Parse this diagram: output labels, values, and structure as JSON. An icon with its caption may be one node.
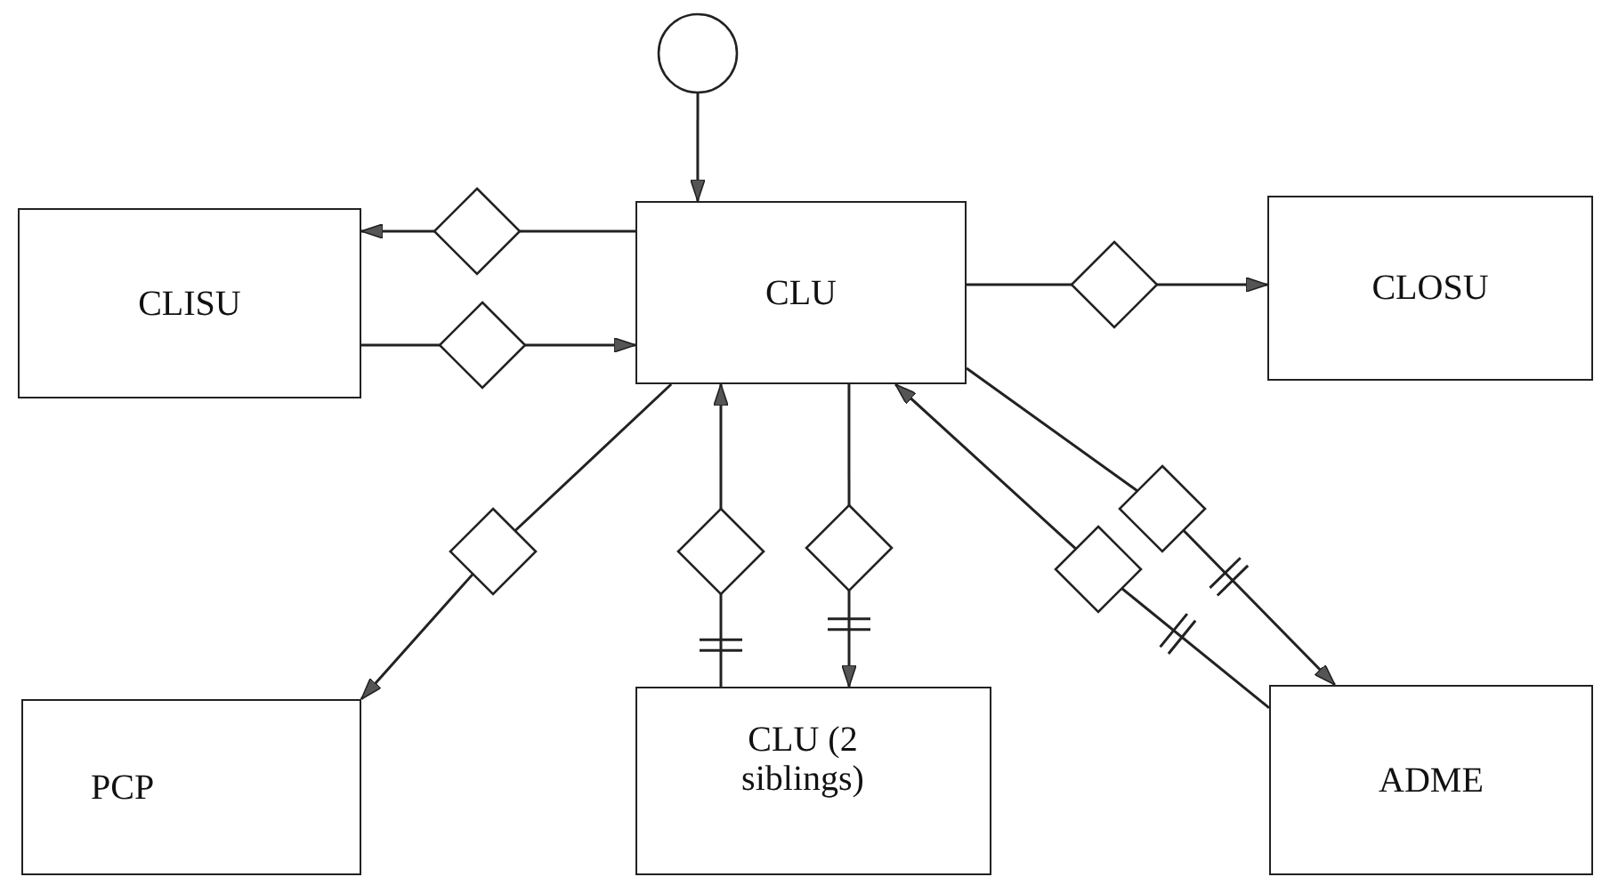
{
  "diagram": {
    "nodes": [
      {
        "text": [],
        "shape": "circle"
      },
      {
        "text": [
          "CLISU"
        ]
      },
      {
        "text": [
          "CLU"
        ]
      },
      {
        "text": [
          "CLOSU"
        ]
      },
      {
        "text": [
          "PCP"
        ]
      },
      {
        "text": [
          "CLU (2 siblings)"
        ]
      },
      {
        "text": [
          "ADME"
        ]
      },
      {
        "text": [],
        "shape": "diamond"
      },
      {
        "text": [],
        "shape": "diamond"
      },
      {
        "text": [],
        "shape": "diamond"
      },
      {
        "text": [],
        "shape": "diamond"
      },
      {
        "text": [],
        "shape": "diamond"
      },
      {
        "text": [],
        "shape": "diamond"
      },
      {
        "text": [],
        "shape": "diamond"
      },
      {
        "text": [],
        "shape": "diamond"
      }
    ],
    "edges": [
      {
        "from": 0,
        "to": 2,
        "arrow": "to"
      },
      {
        "from": 2,
        "to": 7,
        "arrow": "none"
      },
      {
        "from": 7,
        "to": 1,
        "arrow": "to"
      },
      {
        "from": 1,
        "to": 8,
        "arrow": "none"
      },
      {
        "from": 8,
        "to": 2,
        "arrow": "to"
      },
      {
        "from": 2,
        "to": 9,
        "arrow": "none"
      },
      {
        "from": 9,
        "to": 3,
        "arrow": "to"
      },
      {
        "from": 2,
        "to": 10,
        "arrow": "none"
      },
      {
        "from": 10,
        "to": 4,
        "arrow": "to"
      },
      {
        "from": 5,
        "to": 11,
        "arrow": "none"
      },
      {
        "from": 11,
        "to": 2,
        "arrow": "to"
      },
      {
        "from": 2,
        "to": 12,
        "arrow": "none"
      },
      {
        "from": 12,
        "to": 5,
        "arrow": "to"
      },
      {
        "from": 6,
        "to": 13,
        "arrow": "none"
      },
      {
        "from": 13,
        "to": 2,
        "arrow": "to"
      },
      {
        "from": 2,
        "to": 14,
        "arrow": "none"
      },
      {
        "from": 14,
        "to": 6,
        "arrow": "to"
      }
    ]
  }
}
